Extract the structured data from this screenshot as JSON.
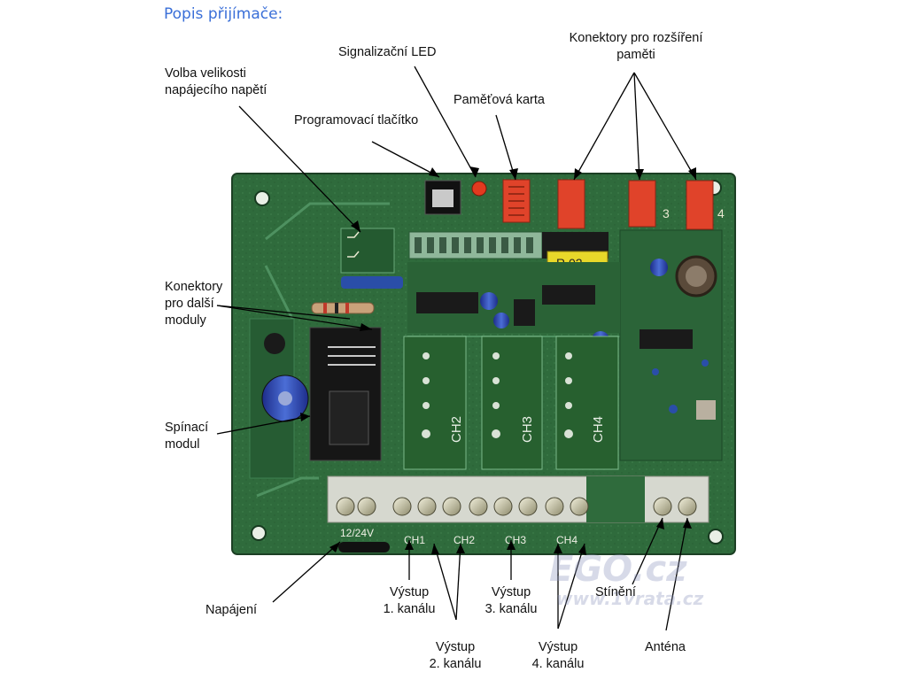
{
  "title": "Popis přijímače:",
  "labels": {
    "signal_led": "Signalizační LED",
    "expansion_l1": "Konektory pro rozšíření",
    "expansion_l2": "paměti",
    "voltage_l1": "Volba velikosti",
    "voltage_l2": "napájecího napětí",
    "memory_card": "Paměťová karta",
    "prog_button": "Programovací tlačítko",
    "modules_l1": "Konektory",
    "modules_l2": "pro další",
    "modules_l3": "moduly",
    "switch_l1": "Spínací",
    "switch_l2": "modul",
    "power": "Napájení",
    "out1_l1": "Výstup",
    "out1_l2": "1. kanálu",
    "out2_l1": "Výstup",
    "out2_l2": "2. kanálu",
    "out3_l1": "Výstup",
    "out3_l2": "3. kanálu",
    "out4_l1": "Výstup",
    "out4_l2": "4. kanálu",
    "shield": "Stínění",
    "antenna": "Anténa"
  },
  "board": {
    "ch_labels": [
      "CH2",
      "CH3",
      "CH4"
    ],
    "terminal_labels": [
      "12/24V",
      "CH1",
      "CH2",
      "CH3",
      "CH4"
    ],
    "chip_label": "R 02",
    "connector_numbers": [
      "3",
      "4"
    ]
  },
  "watermark": {
    "brand": "EGO.cz",
    "site": "www.1vrata.cz"
  },
  "colors": {
    "pcb": "#2f6b3c",
    "pcb_dark": "#1f4d2a",
    "connector_red": "#e0432a",
    "terminal": "#d6d8cf",
    "title_blue": "#3a6fd8"
  }
}
